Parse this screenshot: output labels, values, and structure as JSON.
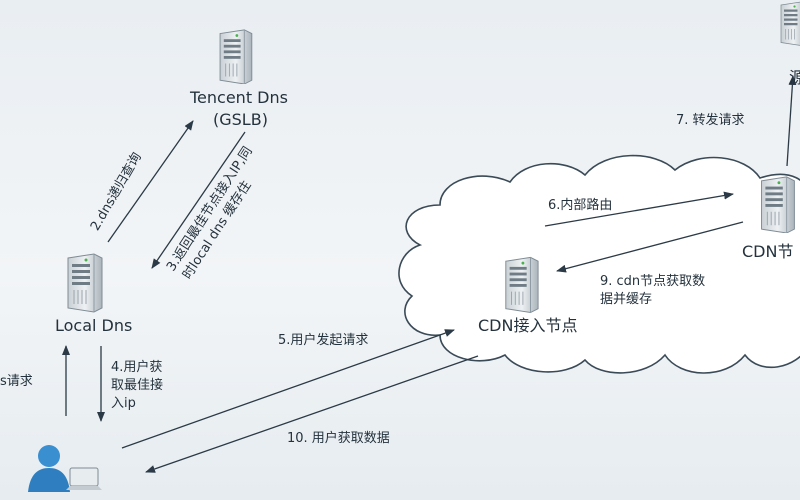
{
  "nodes": {
    "tencent_dns": {
      "label": "Tencent Dns",
      "sub": "(GSLB)"
    },
    "local_dns": {
      "label": "Local Dns"
    },
    "cdn_access": {
      "label": "CDN接入节点"
    },
    "cdn_node": {
      "label": "CDN节"
    },
    "origin": {
      "label": "源"
    }
  },
  "steps": {
    "s1": "s请求",
    "s2": "2.dns递归查询",
    "s3_line1": "3.返回最佳节点接入IP,同",
    "s3_line2": "时local dns 缓存住",
    "s4_line1": "4.用户获",
    "s4_line2": "取最佳接",
    "s4_line3": "入ip",
    "s5": "5.用户发起请求",
    "s6": "6.内部路由",
    "s7": "7. 转发请求",
    "s9_line1": "9. cdn节点获取数",
    "s9_line2": "据并缓存",
    "s10": "10. 用户获取数据"
  },
  "colors": {
    "arrow": "#2b3a46",
    "server": "#8e9aa3",
    "cloud_stroke": "#3a4a57",
    "user": "#3a8fd0"
  }
}
